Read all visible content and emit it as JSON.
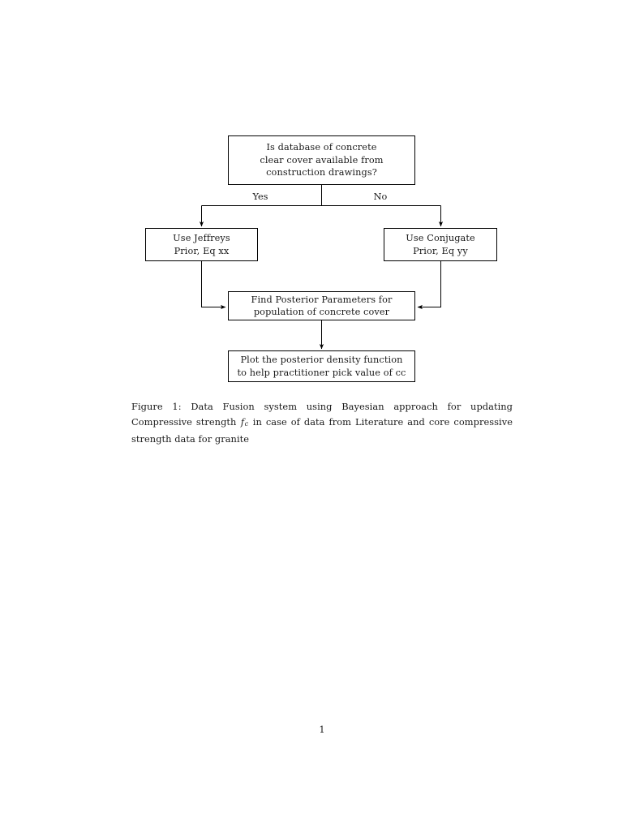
{
  "document": {
    "page_number": "1",
    "background_color": "#ffffff",
    "text_color": "#1a1a1a"
  },
  "figure": {
    "nodes": [
      {
        "id": "question",
        "name": "decision-node-database-available",
        "lines": [
          "Is database of concrete",
          "clear cover available from",
          "construction drawings?"
        ]
      },
      {
        "id": "jeffreys",
        "name": "process-node-jeffreys-prior",
        "lines": [
          "Use Jeffreys",
          "Prior, Eq xx"
        ]
      },
      {
        "id": "conjugate",
        "name": "process-node-conjugate-prior",
        "lines": [
          "Use Conjugate",
          "Prior, Eq yy"
        ]
      },
      {
        "id": "posterior",
        "name": "process-node-find-posterior-parameters",
        "lines": [
          "Find Posterior Parameters for",
          "population of concrete cover"
        ]
      },
      {
        "id": "plot",
        "name": "process-node-plot-posterior-density",
        "lines": [
          "Plot the posterior density function",
          "to help practitioner pick value of cc"
        ]
      }
    ],
    "edge_labels": {
      "yes": "Yes",
      "no": "No"
    },
    "line_color": "#000000"
  },
  "caption": {
    "label": "Figure 1:",
    "text_before_math": " Data Fusion system using Bayesian approach for updating Compressive strength ",
    "math_symbol": "f",
    "math_subscript": "c",
    "text_after_math": " in case of data from Literature and core compressive strength data for granite",
    "full_text": "Figure 1: Data Fusion system using Bayesian approach for updating Compressive strength fc in case of data from Literature and core compressive strength data for granite"
  }
}
